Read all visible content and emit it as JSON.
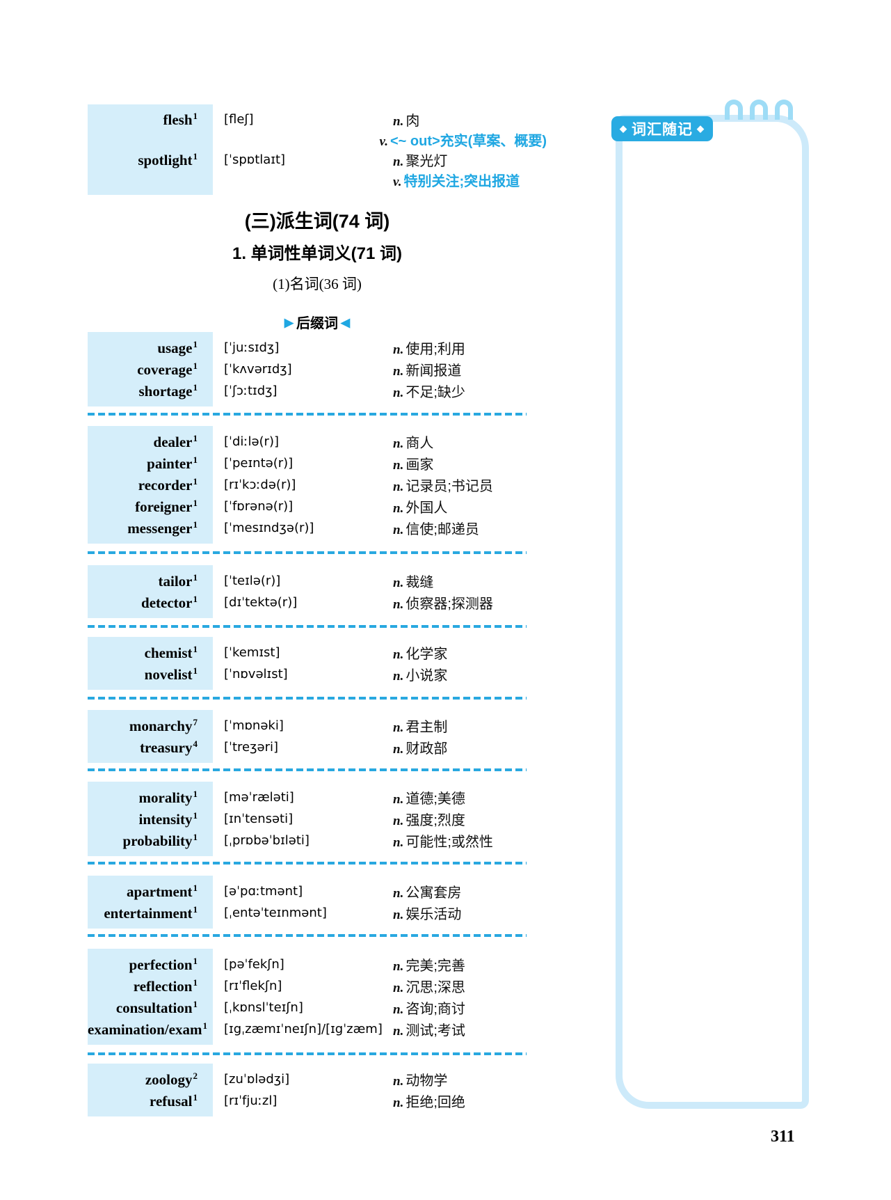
{
  "page": {
    "number": "311"
  },
  "colors": {
    "highlight_box": "#d5eefa",
    "accent_blue": "#29abe2",
    "blue_text": "#1fa7e2",
    "sidebar_border": "#cdeafa",
    "sidebar_rings": "#9edcf6"
  },
  "headers": {
    "section": "(三)派生词(74 词)",
    "subsection": "1. 单词性单词义(71 词)",
    "subsubsection": "(1)名词(36 词)",
    "suffix_tag": "后缀词",
    "left_arrow": "▶",
    "right_arrow": "◀"
  },
  "sidebar": {
    "badge_left": "◆",
    "badge_label": "词汇随记",
    "badge_right": "◆"
  },
  "word_groups": [
    {
      "lines": [
        {
          "word": "flesh",
          "sup": "1",
          "phonetic": "[fleʃ]",
          "pos": "n.",
          "meaning": "肉",
          "blue": false
        },
        {
          "word": "",
          "sup": "",
          "phonetic": "",
          "pos": "v.",
          "meaning": "<~ out>充实(草案、概要)",
          "blue": true
        },
        {
          "word": "spotlight",
          "sup": "1",
          "phonetic": "[ˈspɒtlaɪt]",
          "pos": "n.",
          "meaning": "聚光灯",
          "blue": false
        },
        {
          "word": "",
          "sup": "",
          "phonetic": "",
          "pos": "v.",
          "meaning": "特别关注;突出报道",
          "blue": true
        }
      ]
    },
    {
      "lines": [
        {
          "word": "usage",
          "sup": "1",
          "phonetic": "[ˈjuːsɪdʒ]",
          "pos": "n.",
          "meaning": "使用;利用",
          "blue": false
        },
        {
          "word": "coverage",
          "sup": "1",
          "phonetic": "[ˈkʌvərɪdʒ]",
          "pos": "n.",
          "meaning": "新闻报道",
          "blue": false
        },
        {
          "word": "shortage",
          "sup": "1",
          "phonetic": "[ˈʃɔːtɪdʒ]",
          "pos": "n.",
          "meaning": "不足;缺少",
          "blue": false
        }
      ]
    },
    {
      "lines": [
        {
          "word": "dealer",
          "sup": "1",
          "phonetic": "[ˈdiːlə(r)]",
          "pos": "n.",
          "meaning": "商人",
          "blue": false
        },
        {
          "word": "painter",
          "sup": "1",
          "phonetic": "[ˈpeɪntə(r)]",
          "pos": "n.",
          "meaning": "画家",
          "blue": false
        },
        {
          "word": "recorder",
          "sup": "1",
          "phonetic": "[rɪˈkɔːdə(r)]",
          "pos": "n.",
          "meaning": "记录员;书记员",
          "blue": false
        },
        {
          "word": "foreigner",
          "sup": "1",
          "phonetic": "[ˈfɒrənə(r)]",
          "pos": "n.",
          "meaning": "外国人",
          "blue": false
        },
        {
          "word": "messenger",
          "sup": "1",
          "phonetic": "[ˈmesɪndʒə(r)]",
          "pos": "n.",
          "meaning": "信使;邮递员",
          "blue": false
        }
      ]
    },
    {
      "lines": [
        {
          "word": "tailor",
          "sup": "1",
          "phonetic": "[ˈteɪlə(r)]",
          "pos": "n.",
          "meaning": "裁缝",
          "blue": false
        },
        {
          "word": "detector",
          "sup": "1",
          "phonetic": "[dɪˈtektə(r)]",
          "pos": "n.",
          "meaning": "侦察器;探测器",
          "blue": false
        }
      ]
    },
    {
      "lines": [
        {
          "word": "chemist",
          "sup": "1",
          "phonetic": "[ˈkemɪst]",
          "pos": "n.",
          "meaning": "化学家",
          "blue": false
        },
        {
          "word": "novelist",
          "sup": "1",
          "phonetic": "[ˈnɒvəlɪst]",
          "pos": "n.",
          "meaning": "小说家",
          "blue": false
        }
      ]
    },
    {
      "lines": [
        {
          "word": "monarchy",
          "sup": "7",
          "phonetic": "[ˈmɒnəki]",
          "pos": "n.",
          "meaning": "君主制",
          "blue": false
        },
        {
          "word": "treasury",
          "sup": "4",
          "phonetic": "[ˈtreʒəri]",
          "pos": "n.",
          "meaning": "财政部",
          "blue": false
        }
      ]
    },
    {
      "lines": [
        {
          "word": "morality",
          "sup": "1",
          "phonetic": "[məˈræləti]",
          "pos": "n.",
          "meaning": "道德;美德",
          "blue": false
        },
        {
          "word": "intensity",
          "sup": "1",
          "phonetic": "[ɪnˈtensəti]",
          "pos": "n.",
          "meaning": "强度;烈度",
          "blue": false
        },
        {
          "word": "probability",
          "sup": "1",
          "phonetic": "[ˌprɒbəˈbɪləti]",
          "pos": "n.",
          "meaning": "可能性;或然性",
          "blue": false
        }
      ]
    },
    {
      "lines": [
        {
          "word": "apartment",
          "sup": "1",
          "phonetic": "[əˈpɑːtmənt]",
          "pos": "n.",
          "meaning": "公寓套房",
          "blue": false
        },
        {
          "word": "entertainment",
          "sup": "1",
          "phonetic": "[ˌentəˈteɪnmənt]",
          "pos": "n.",
          "meaning": "娱乐活动",
          "blue": false
        }
      ]
    },
    {
      "lines": [
        {
          "word": "perfection",
          "sup": "1",
          "phonetic": "[pəˈfekʃn]",
          "pos": "n.",
          "meaning": "完美;完善",
          "blue": false
        },
        {
          "word": "reflection",
          "sup": "1",
          "phonetic": "[rɪˈflekʃn]",
          "pos": "n.",
          "meaning": "沉思;深思",
          "blue": false
        },
        {
          "word": "consultation",
          "sup": "1",
          "phonetic": "[ˌkɒnslˈteɪʃn]",
          "pos": "n.",
          "meaning": "咨询;商讨",
          "blue": false
        },
        {
          "word": "examination/exam",
          "sup": "1",
          "phonetic": "[ɪgˌzæmɪˈneɪʃn]/[ɪgˈzæm]",
          "pos": "n.",
          "meaning": "测试;考试",
          "blue": false
        }
      ]
    },
    {
      "lines": [
        {
          "word": "zoology",
          "sup": "2",
          "phonetic": "[zuˈɒlədʒi]",
          "pos": "n.",
          "meaning": "动物学",
          "blue": false
        },
        {
          "word": "refusal",
          "sup": "1",
          "phonetic": "[rɪˈfjuːzl]",
          "pos": "n.",
          "meaning": "拒绝;回绝",
          "blue": false
        }
      ]
    }
  ]
}
